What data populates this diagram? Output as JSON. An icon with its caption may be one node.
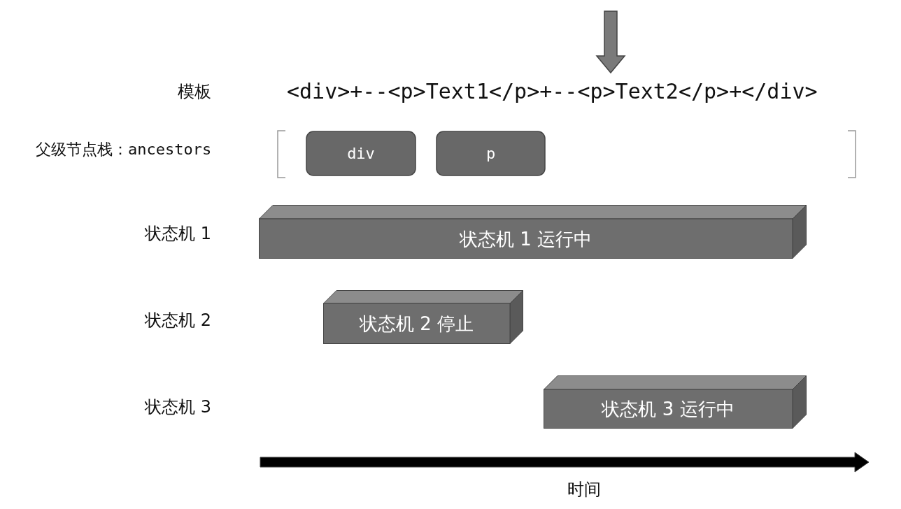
{
  "diagram": {
    "nodes": [
      {
        "text": [
          "div"
        ]
      },
      {
        "text": [
          "p"
        ]
      },
      {
        "text": [
          "状态机 1 运行中"
        ]
      },
      {
        "text": [
          "状态机 2 停止"
        ]
      },
      {
        "text": [
          "状态机 3 运行中"
        ]
      }
    ],
    "labels": [
      "模板",
      "<div>+--<p>Text1</p>+--<p>Text2</p>+</div>",
      "父级节点栈：ancestors",
      "状态机 1",
      "状态机 2",
      "状态机 3",
      "时间"
    ]
  }
}
